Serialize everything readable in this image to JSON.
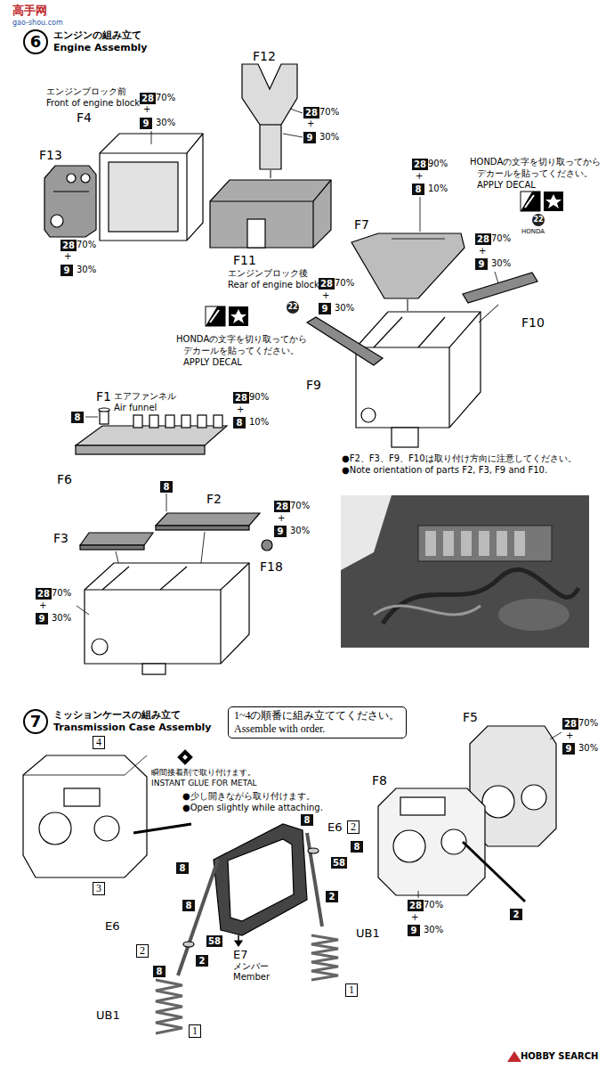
{
  "diagram": {
    "nodes": [
      {
        "text": [
          "6",
          "エンジンの組み立て",
          "Engine Assembly"
        ]
      },
      {
        "text": [
          "28"
        ]
      },
      {
        "text": [
          "9"
        ]
      },
      {
        "text": [
          "28"
        ]
      },
      {
        "text": [
          "9"
        ]
      },
      {
        "text": [
          "28"
        ]
      },
      {
        "text": [
          "9"
        ]
      },
      {
        "text": [
          "28"
        ]
      },
      {
        "text": [
          "8"
        ]
      },
      {
        "text": [
          "22"
        ]
      },
      {
        "text": [
          "28"
        ]
      },
      {
        "text": [
          "9"
        ]
      },
      {
        "text": [
          "28"
        ]
      },
      {
        "text": [
          "9"
        ]
      },
      {
        "text": [
          "22"
        ]
      },
      {
        "text": [
          "8"
        ]
      },
      {
        "text": [
          "28"
        ]
      },
      {
        "text": [
          "8"
        ]
      },
      {
        "text": [
          "8"
        ]
      },
      {
        "text": [
          "28"
        ]
      },
      {
        "text": [
          "9"
        ]
      },
      {
        "text": [
          "28"
        ]
      },
      {
        "text": [
          "9"
        ]
      },
      {
        "text": [
          "7",
          "ミッションケースの組み立て",
          "Transmission Case Assembly"
        ]
      },
      {
        "text": [
          "1~4の順番に組み立ててください。",
          "Assemble with order."
        ]
      },
      {
        "text": [
          "4"
        ]
      },
      {
        "text": [
          "3"
        ]
      },
      {
        "text": [
          "2"
        ]
      },
      {
        "text": [
          "2"
        ]
      },
      {
        "text": [
          "1"
        ]
      },
      {
        "text": [
          "1"
        ]
      },
      {
        "text": [
          "8"
        ]
      },
      {
        "text": [
          "8"
        ]
      },
      {
        "text": [
          "58"
        ]
      },
      {
        "text": [
          "8"
        ]
      },
      {
        "text": [
          "2"
        ]
      },
      {
        "text": [
          "8"
        ]
      },
      {
        "text": [
          "58"
        ]
      },
      {
        "text": [
          "2"
        ]
      },
      {
        "text": [
          "8"
        ]
      },
      {
        "text": [
          "28"
        ]
      },
      {
        "text": [
          "9"
        ]
      },
      {
        "text": [
          "2"
        ]
      },
      {
        "text": [
          "28"
        ]
      },
      {
        "text": [
          "9"
        ]
      }
    ],
    "labels": [
      "高手网",
      "gao-shou.com",
      "エンジンブロック前",
      "Front of engine block",
      "F4",
      "F12",
      "70%",
      "+",
      "30%",
      "70%",
      "+",
      "30%",
      "F13",
      "70%",
      "+",
      "30%",
      "F11",
      "エンジンブロック後",
      "Rear of engine block",
      "HONDAの文字を切り取ってから",
      "デカールを貼ってください。",
      "APPLY DECAL",
      "F7",
      "90%",
      "+",
      "10%",
      "HONDA",
      "70%",
      "+",
      "30%",
      "F10",
      "70%",
      "+",
      "30%",
      "HONDAの文字を切り取ってから",
      "デカールを貼ってください。",
      "APPLY DECAL",
      "F9",
      "F1",
      "エアファンネル",
      "Air funnel",
      "90%",
      "+",
      "10%",
      "F6",
      "F3",
      "F2",
      "70%",
      "+",
      "30%",
      "F18",
      "70%",
      "+",
      "30%",
      "●F2、F3、F9、F10は取り付け方向に注意してください。",
      "●Note orientation of parts F2, F3, F9 and F10.",
      "瞬間接着剤で取り付けます。",
      "INSTANT GLUE FOR METAL",
      "●少し開きながら取り付けます。",
      "●Open slightly while attaching.",
      "E6",
      "E6",
      "E7",
      "メンバー",
      "Member",
      "UB1",
      "UB1",
      "F5",
      "70%",
      "+",
      "30%",
      "F8",
      "70%",
      "+",
      "30%",
      "HOBBY SEARCH"
    ]
  }
}
